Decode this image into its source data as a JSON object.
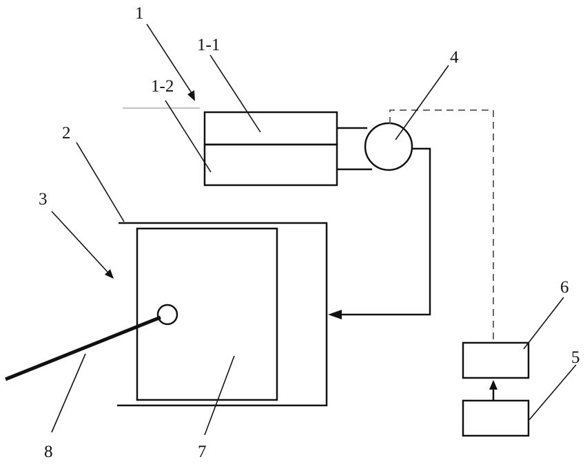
{
  "labels": {
    "l1": "1",
    "l1_1": "1-1",
    "l1_2": "1-2",
    "l2": "2",
    "l3": "3",
    "l4": "4",
    "l5": "5",
    "l6": "6",
    "l7": "7",
    "l8": "8"
  }
}
